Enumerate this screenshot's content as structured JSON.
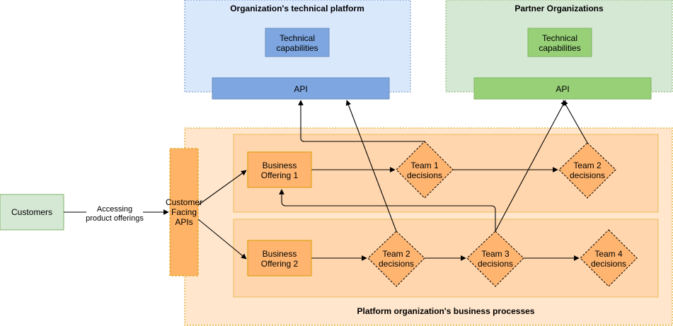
{
  "tech_platform": {
    "title": "Organization's technical platform",
    "capabilities_line1": "Technical",
    "capabilities_line2": "capabilities",
    "api": "API",
    "fill": "#dae8fc",
    "stroke": "#6c8ebf",
    "box_fill": "#7ea6e0"
  },
  "partner": {
    "title": "Partner Organizations",
    "capabilities_line1": "Technical",
    "capabilities_line2": "capabilities",
    "api": "API",
    "fill": "#d5e8d4",
    "stroke": "#82b366",
    "box_fill": "#97d077"
  },
  "customers": {
    "label": "Customers",
    "fill": "#d5e8d4",
    "stroke": "#82b366"
  },
  "edge_label": {
    "line1": "Accessing",
    "line2": "product offerings"
  },
  "customer_facing": {
    "line1": "Customer",
    "line2": "Facing",
    "line3": "APIs",
    "fill": "#ffb366",
    "stroke": "#d79b00"
  },
  "business_processes": {
    "title": "Platform organization's business processes",
    "fill": "#ffe6cc",
    "inner_fill": "#ffd6ad",
    "stroke": "#d79b00"
  },
  "offerings": [
    {
      "line1": "Business",
      "line2": "Offering 1"
    },
    {
      "line1": "Business",
      "line2": "Offering 2"
    }
  ],
  "decisions": {
    "team1_top": {
      "line1": "Team 1",
      "line2": "decisions"
    },
    "team2_top": {
      "line1": "Team 2",
      "line2": "decisions"
    },
    "team2_bottom": {
      "line1": "Team 2",
      "line2": "decisions"
    },
    "team3_bottom": {
      "line1": "Team 3",
      "line2": "decisions"
    },
    "team4_bottom": {
      "line1": "Team 4",
      "line2": "decisions"
    }
  },
  "node_fill": "#ffb570",
  "node_stroke": "#d79b00"
}
